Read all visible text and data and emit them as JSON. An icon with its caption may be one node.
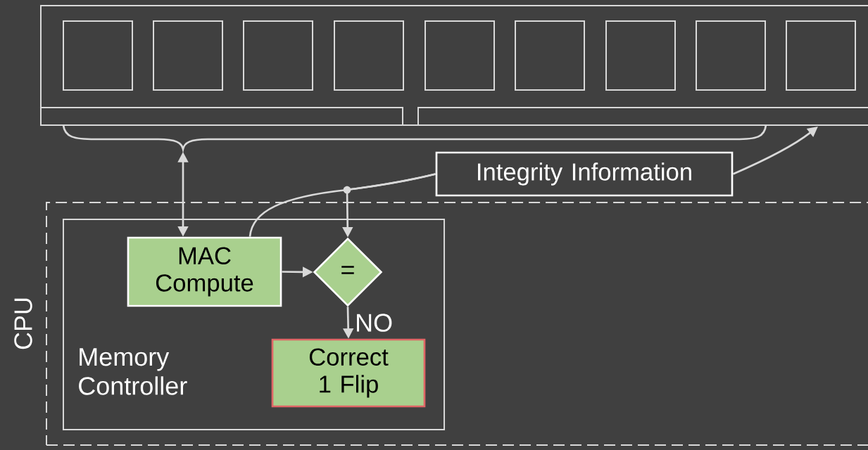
{
  "diagram": {
    "nodes": [
      {
        "text": [],
        "shape": "box"
      },
      {
        "text": [],
        "shape": "box",
        "in": 0
      },
      {
        "text": [],
        "shape": "box",
        "in": 0
      },
      {
        "text": [],
        "shape": "box",
        "in": 0
      },
      {
        "text": [],
        "shape": "box",
        "in": 0
      },
      {
        "text": [],
        "shape": "box",
        "in": 0
      },
      {
        "text": [],
        "shape": "box",
        "in": 0
      },
      {
        "text": [],
        "shape": "box",
        "in": 0
      },
      {
        "text": [],
        "shape": "box",
        "in": 0
      },
      {
        "text": [],
        "shape": "box",
        "in": 0
      },
      {
        "text": [],
        "shape": "bar",
        "in": 0
      },
      {
        "text": [],
        "shape": "bar",
        "in": 0
      },
      {
        "text": [
          "CPU"
        ]
      },
      {
        "text": [
          "Memory Controller"
        ],
        "in": 12
      },
      {
        "text": [
          "MAC Compute"
        ],
        "in": 13
      },
      {
        "text": [
          "="
        ],
        "in": 13
      },
      {
        "text": [
          "Correct 1 Flip"
        ],
        "in": 13
      },
      {
        "text": [
          "Integrity Information"
        ]
      }
    ],
    "edges": [
      {
        "from": 0,
        "to": 14,
        "arrow": "both"
      },
      {
        "from": 14,
        "to": 15,
        "arrow": "to"
      },
      {
        "from": 15,
        "to": 16,
        "arrow": "to",
        "label": "NO"
      },
      {
        "from": 17,
        "to": 14,
        "arrow": "none"
      },
      {
        "from": 17,
        "to": 15,
        "arrow": "to"
      },
      {
        "from": 17,
        "to": 11,
        "arrow": "to"
      }
    ]
  }
}
